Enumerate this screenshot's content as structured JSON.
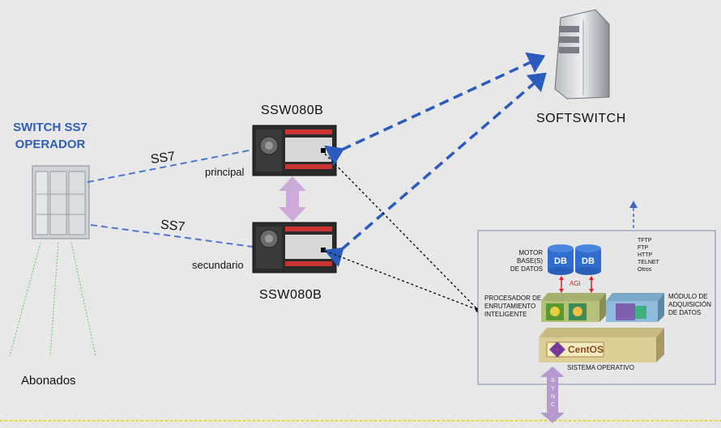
{
  "operator": {
    "title_line1": "SWITCH SS7",
    "title_line2": "OPERADOR"
  },
  "links": {
    "ss7_top": "SS7",
    "ss7_bottom": "SS7"
  },
  "ssw_top": {
    "name": "SSW080B",
    "role": "principal"
  },
  "ssw_bottom": {
    "name": "SSW080B",
    "role": "secundario"
  },
  "softswitch": {
    "label": "SOFTSWITCH"
  },
  "subscribers": {
    "label": "Abonados"
  },
  "module": {
    "db_line1": "MOTOR",
    "db_line2": "BASE(S)",
    "db_line3": "DE DATOS",
    "db_icon_1": "DB",
    "db_icon_2": "DB",
    "agi": "AGI",
    "router_line1": "PROCESADOR DE",
    "router_line2": "ENRUTAMIENTO",
    "router_line3": "INTELIGENTE",
    "acq_line1": "MÓDULO DE",
    "acq_line2": "ADQUISICIÓN",
    "acq_line3": "DE DATOS",
    "protocols": [
      "TFTP",
      "FTP",
      "HTTP",
      "TELNET",
      "Otros"
    ],
    "os_logo": "CentOS",
    "os_label": "SISTEMA OPERATIVO",
    "sync": [
      "S",
      "Y",
      "N",
      "C"
    ]
  },
  "colors": {
    "blue_dash": "#3a66c4",
    "lavender": "#c8a8d8",
    "red_arrow": "#e02020",
    "dashed_blue_line": "#5b8ad6",
    "ground_line": "#e0d000",
    "subscriber_lines": "#66cc66"
  }
}
